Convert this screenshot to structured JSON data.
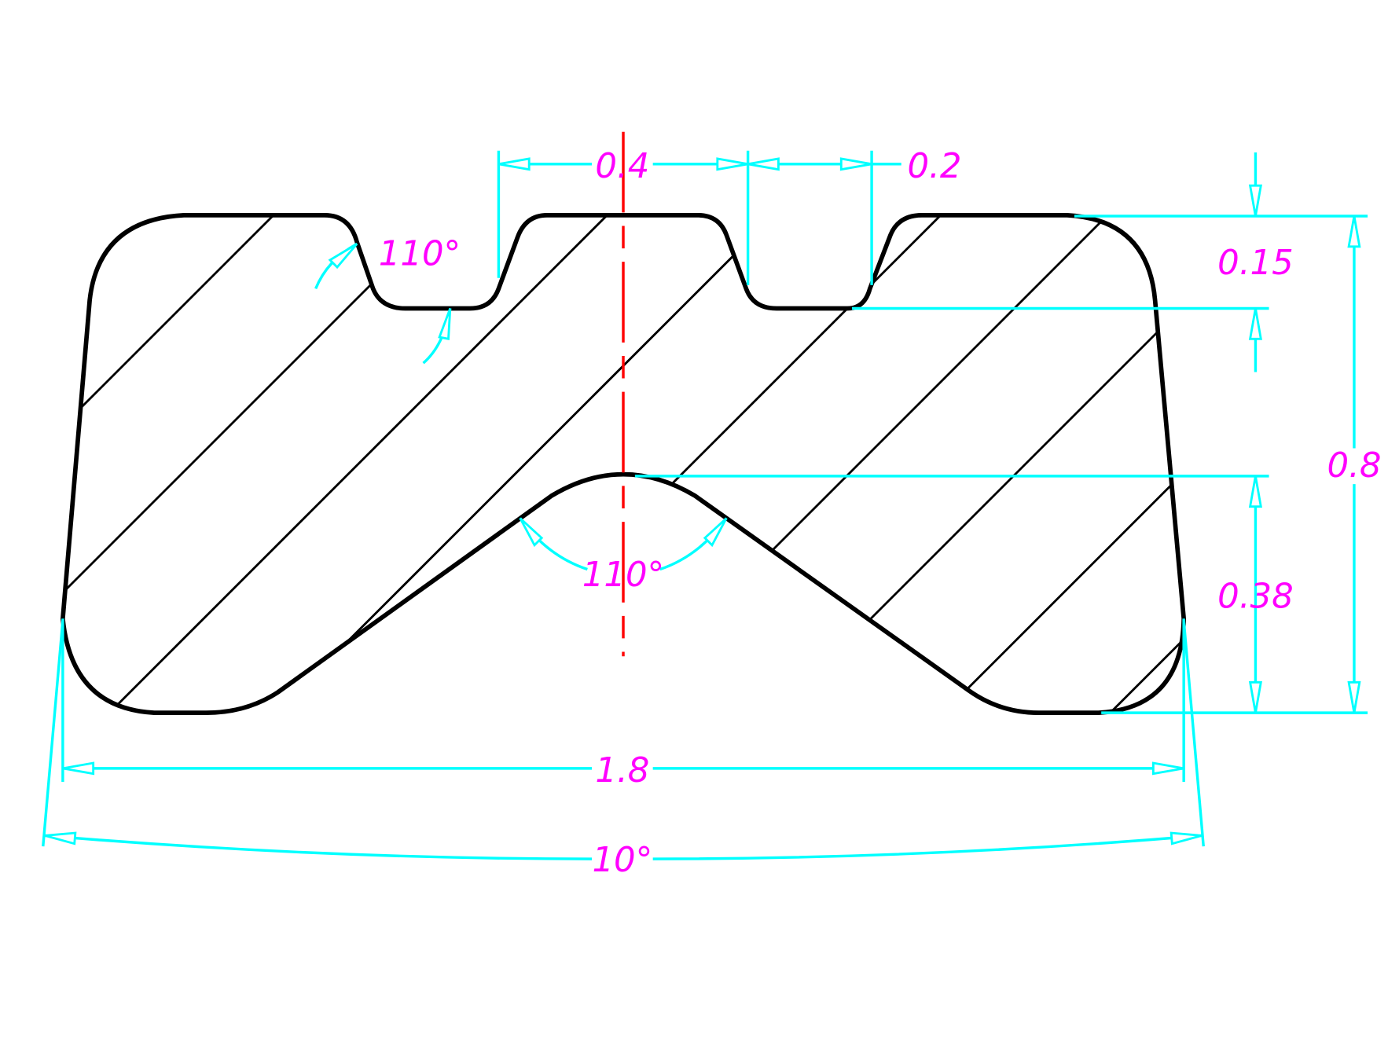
{
  "drawing": {
    "colors": {
      "outline": "#000000",
      "dimension": "#00ffff",
      "text": "#ff00ff",
      "centerline": "#ff0000"
    },
    "dimensions": {
      "groove_pitch": "0.4",
      "groove_width": "0.2",
      "groove_depth": "0.15",
      "total_height": "0.8",
      "v_notch_height": "0.38",
      "total_width": "1.8",
      "flank_angle": "110°",
      "v_notch_angle": "110°",
      "taper_angle": "10°"
    }
  }
}
